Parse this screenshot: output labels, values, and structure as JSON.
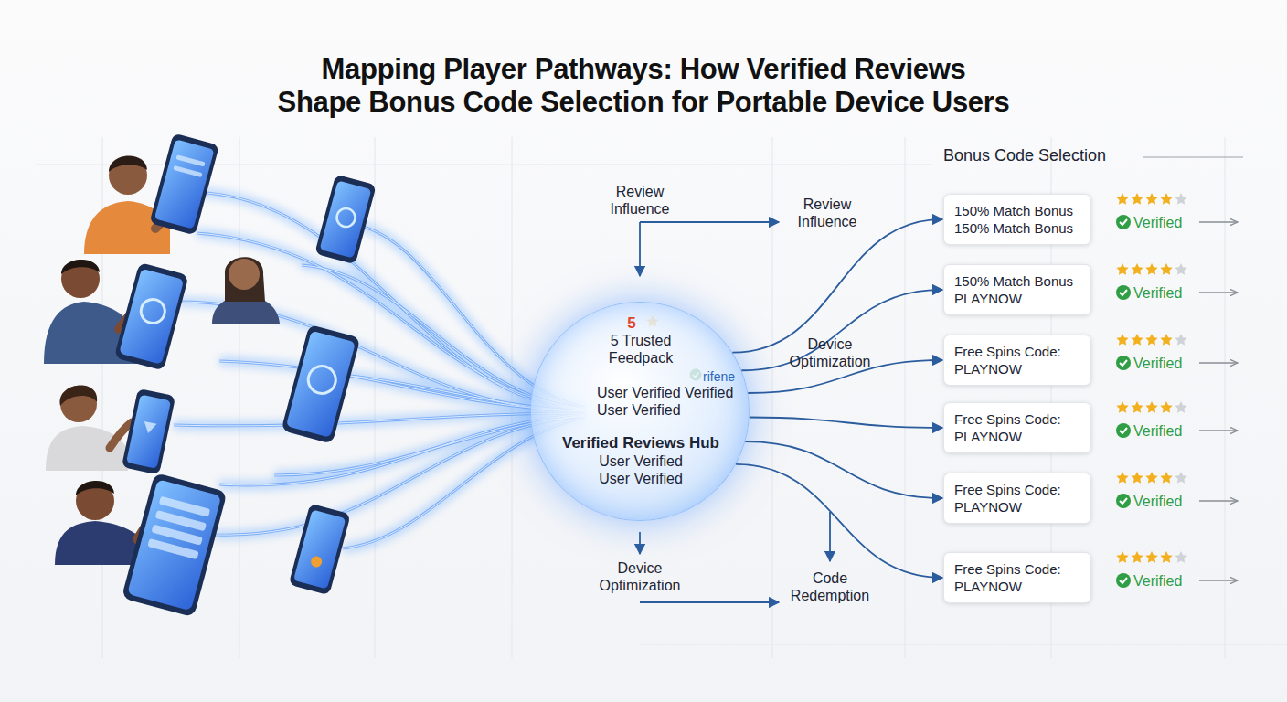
{
  "diagram": {
    "title": "Mapping Player Pathways: How Verified Reviews Shape Bonus Code Selection for Portable Device Users",
    "nodes": [
      {
        "text": [
          "5",
          "5 Trusted Feedpack",
          "rifene",
          "User Verified Verified",
          "User Verified",
          "Verified Reviews Hub",
          "User Verified",
          "User Verified"
        ]
      },
      {
        "text": [
          "150% Match Bonus 150% Match Bonus"
        ]
      },
      {
        "text": [
          "150% Match Bonus PLAYNOW"
        ]
      },
      {
        "text": [
          "Free Spins Code: PLAYNOW"
        ]
      },
      {
        "text": [
          "Free Spins Code: PLAYNOW"
        ]
      },
      {
        "text": [
          "Free Spins Code: PLAYNOW"
        ]
      },
      {
        "text": [
          "Free Spins Code: PLAYNOW"
        ]
      }
    ],
    "edges": [
      {
        "from": 0,
        "to": 1,
        "arrow": "to"
      },
      {
        "from": 0,
        "to": 2,
        "arrow": "to"
      },
      {
        "from": 0,
        "to": 3,
        "arrow": "to"
      },
      {
        "from": 0,
        "to": 4,
        "arrow": "to"
      },
      {
        "from": 0,
        "to": 5,
        "arrow": "to"
      },
      {
        "from": 0,
        "to": 6,
        "arrow": "to"
      }
    ],
    "labels": [
      "Review Influence",
      "Review Influence",
      "Device Optimization",
      "Device Optimization",
      "Code Redemption",
      "Bonus Code Selection",
      "Verified",
      "Verified",
      "Verified",
      "Verified",
      "Verified",
      "Verified"
    ]
  }
}
